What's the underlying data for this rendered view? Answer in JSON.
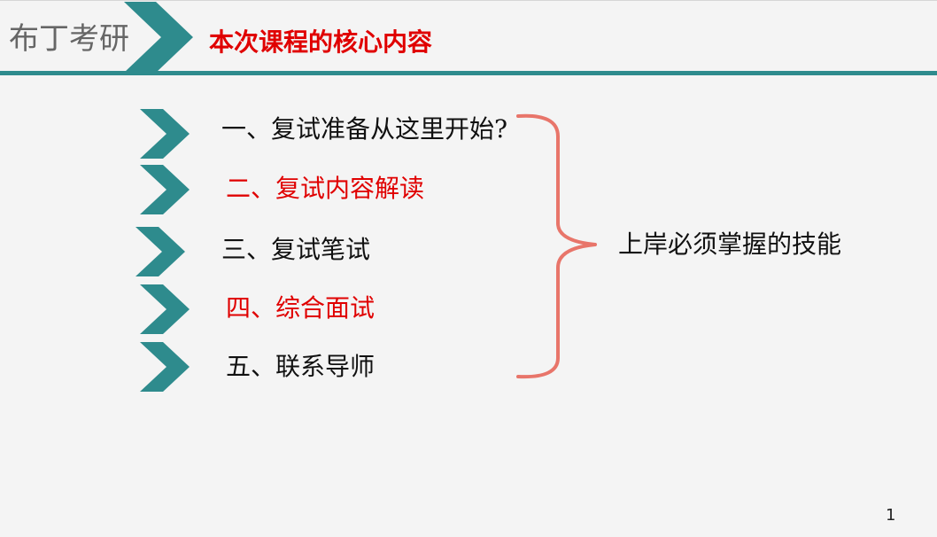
{
  "header": {
    "brand": "布丁考研",
    "title": "本次课程的核心内容"
  },
  "colors": {
    "accent_teal": "#2e8b8d",
    "title_red": "#e00000",
    "item_red": "#e00000",
    "item_dark": "#111111",
    "brace": "#e8756a"
  },
  "items": [
    {
      "label": "一、复试准备从这里开始?",
      "color": "#111111"
    },
    {
      "label": "二、复试内容解读",
      "color": "#e00000"
    },
    {
      "label": "三、复试笔试",
      "color": "#111111"
    },
    {
      "label": "四、综合面试",
      "color": "#e00000"
    },
    {
      "label": "五、联系导师",
      "color": "#111111"
    }
  ],
  "brace_label": "上岸必须掌握的技能",
  "page_number": "1"
}
